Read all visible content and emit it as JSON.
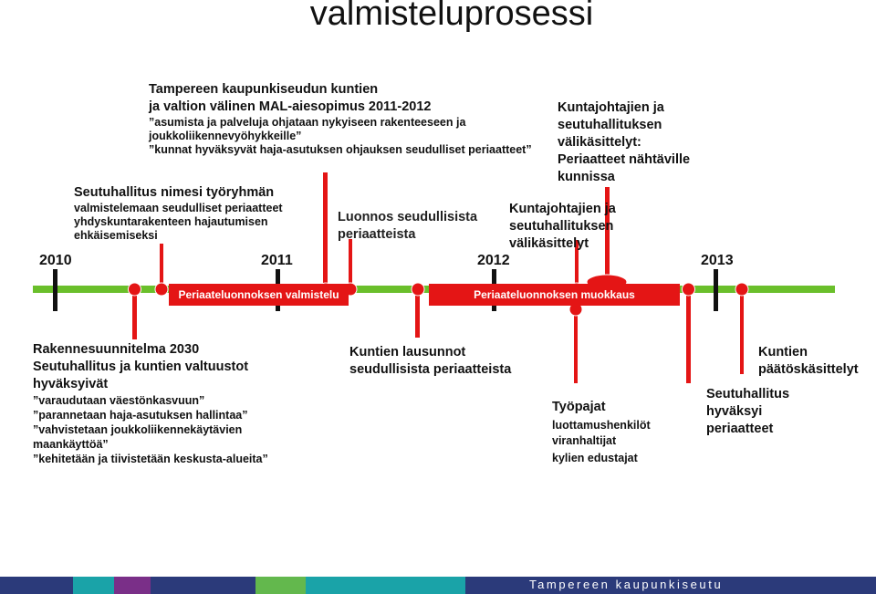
{
  "title": "valmisteluprosessi",
  "years": [
    {
      "label": "2010"
    },
    {
      "label": "2011"
    },
    {
      "label": "2012"
    },
    {
      "label": "2013"
    }
  ],
  "bars": {
    "left": "Periaateluonnoksen valmistelu",
    "right": "Periaateluonnoksen muokkaus"
  },
  "mal": {
    "heading1": "Tampereen kaupunkiseudun kuntien",
    "heading2": "ja valtion välinen MAL-aiesopimus 2011-2012",
    "line1": "”asumista ja palveluja ohjataan nykyiseen rakenteeseen ja",
    "line2": "joukkoliikennevyöhykkeille”",
    "line3": "”kunnat hyväksyvät haja-asutuksen ohjauksen seudulliset periaatteet”"
  },
  "tyoryhma": {
    "heading": "Seutuhallitus nimesi työryhmän",
    "line1": "valmistelemaan seudulliset periaatteet",
    "line2": "yhdyskuntarakenteen hajautumisen",
    "line3": "ehkäisemiseksi"
  },
  "luonnos": {
    "line1": "Luonnos seudullisista",
    "line2": "periaatteista"
  },
  "kunta1": {
    "line1": "Kuntajohtajien ja",
    "line2": "seutuhallituksen",
    "line3": "välikäsittelyt"
  },
  "kunta2": {
    "line1": "Kuntajohtajien ja",
    "line2": "seutuhallituksen",
    "line3": "välikäsittelyt:",
    "line4": "Periaatteet nähtäville",
    "line5": "kunnissa"
  },
  "rakenne": {
    "heading1": "Rakennesuunnitelma 2030",
    "heading2": "Seutuhallitus ja kuntien valtuustot",
    "heading3": "hyväksyivät",
    "line1": "”varaudutaan väestönkasvuun”",
    "line2": "”parannetaan haja-asutuksen hallintaa”",
    "line3": "”vahvistetaan joukkoliikennekäytävien",
    "line4": "maankäyttöä”",
    "line5": "”kehitetään ja tiivistetään keskusta-alueita”"
  },
  "lausunnot": {
    "line1": "Kuntien lausunnot",
    "line2": "seudullisista periaatteista"
  },
  "tyopajat": {
    "heading": "Työpajat",
    "line1": "luottamushenkilöt",
    "line2": "viranhaltijat",
    "line3": "kylien edustajat"
  },
  "hyvaksyi": {
    "line1": "Seutuhallitus",
    "line2": "hyväksyi",
    "line3": "periaatteet"
  },
  "paatos": {
    "line1": "Kuntien",
    "line2": "päätöskäsittelyt"
  },
  "footer": {
    "label": "Tampereen kaupunkiseutu"
  },
  "chart_data": {
    "type": "timeline",
    "x": [
      "2010",
      "2011",
      "2012",
      "2013"
    ],
    "colors": {
      "timeline": "#6abf2b",
      "marker": "#e41515",
      "ticks": "#111111",
      "footer_navy": "#2b3a7a",
      "footer_teal": "#1aa3a8",
      "footer_green": "#63b84d",
      "footer_purple": "#7a2f88"
    }
  }
}
